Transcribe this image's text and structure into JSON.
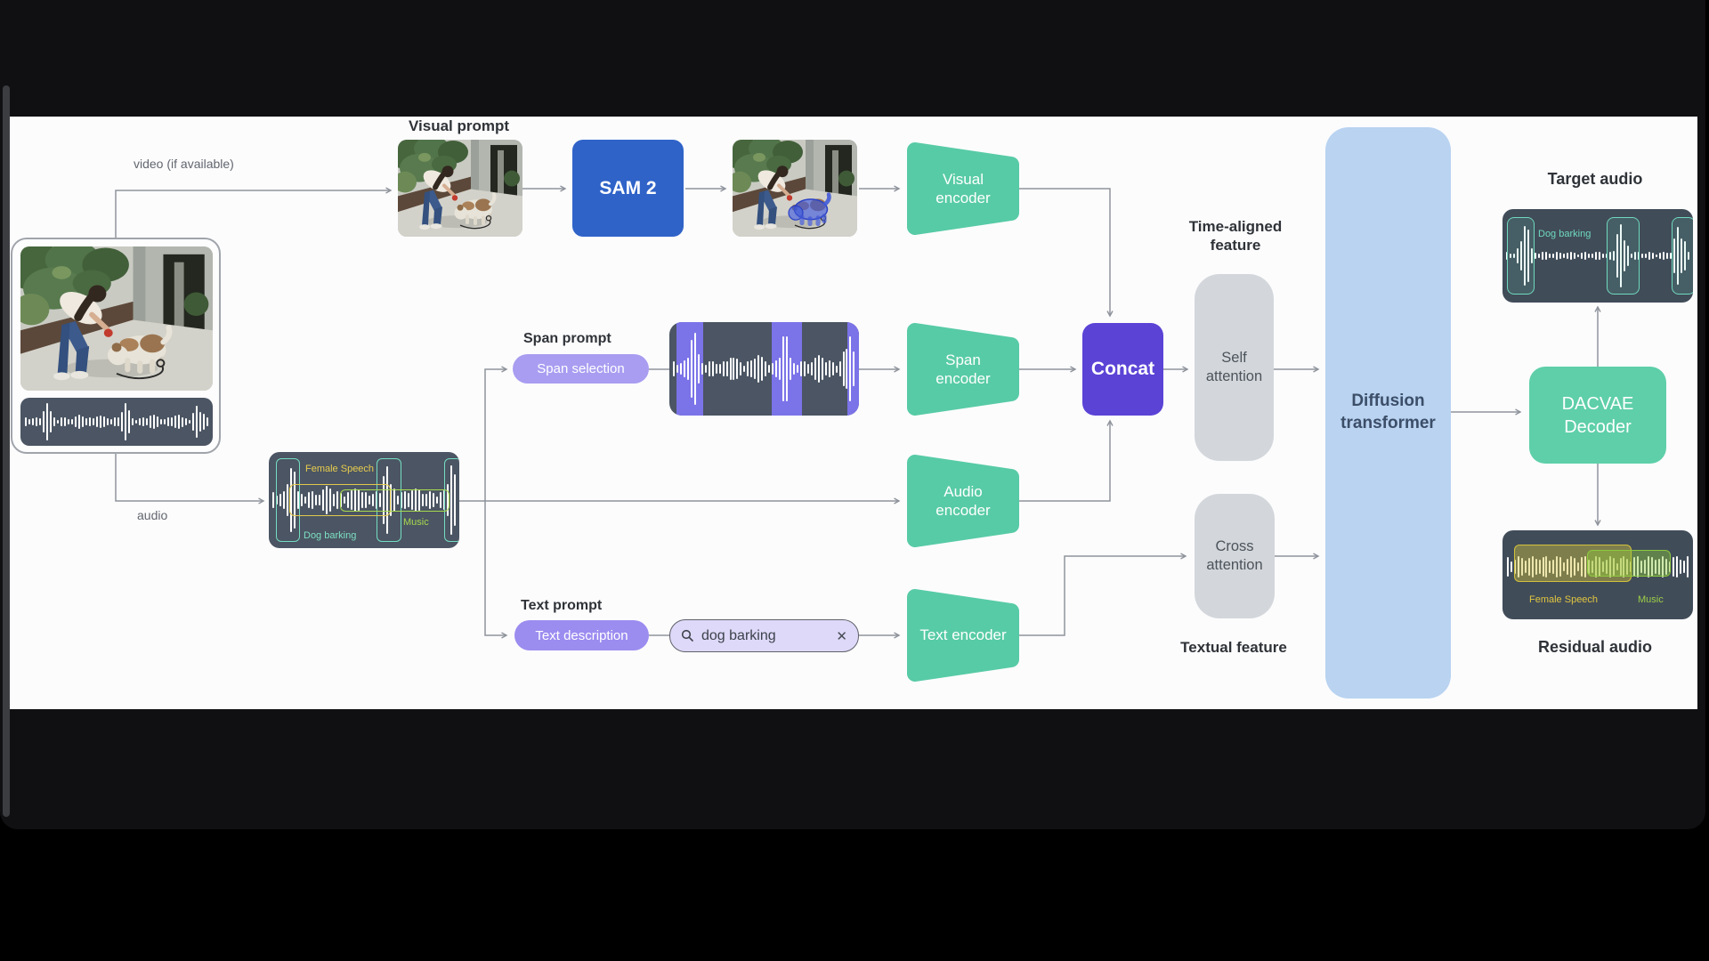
{
  "labels": {
    "video_if_available": "video (if available)",
    "audio": "audio",
    "visual_prompt": "Visual prompt",
    "span_prompt": "Span prompt",
    "text_prompt": "Text prompt",
    "time_aligned_feature": "Time-aligned feature",
    "textual_feature": "Textual feature",
    "target_audio": "Target audio",
    "residual_audio": "Residual audio"
  },
  "nodes": {
    "sam2": "SAM 2",
    "visual_encoder": "Visual encoder",
    "span_encoder": "Span encoder",
    "audio_encoder": "Audio encoder",
    "text_encoder": "Text encoder",
    "concat": "Concat",
    "self_attention": "Self attention",
    "cross_attention": "Cross attention",
    "diffusion_transformer": "Diffusion transformer",
    "dacvae_decoder": "DACVAE Decoder"
  },
  "prompts": {
    "span_selection": "Span selection",
    "text_description": "Text description",
    "text_query": "dog barking",
    "clear_icon": "✕"
  },
  "audio_annotations": {
    "input_female_speech": "Female Speech",
    "input_dog_barking": "Dog barking",
    "input_music": "Music",
    "target_dog_barking": "Dog barking",
    "residual_female_speech": "Female Speech",
    "residual_music": "Music"
  },
  "colors": {
    "encoder_green": "#57CBA5",
    "sam2_blue": "#2F63C8",
    "concat_violet": "#5B43D6",
    "span_pill_purple": "#A89DF1",
    "text_pill_purple": "#9B8CF0",
    "search_lavender": "#DED9F9",
    "span_band_purple": "#7B73E8",
    "diffusion_light_blue": "#B9D3F1",
    "attention_gray": "#D3D7DB",
    "waveform_slate": "#4B5563",
    "annotation_yellow": "#E3C84D",
    "annotation_lime": "#9CCF45",
    "annotation_teal": "#6FD9BD",
    "dacvae_green": "#5ECFA9"
  }
}
